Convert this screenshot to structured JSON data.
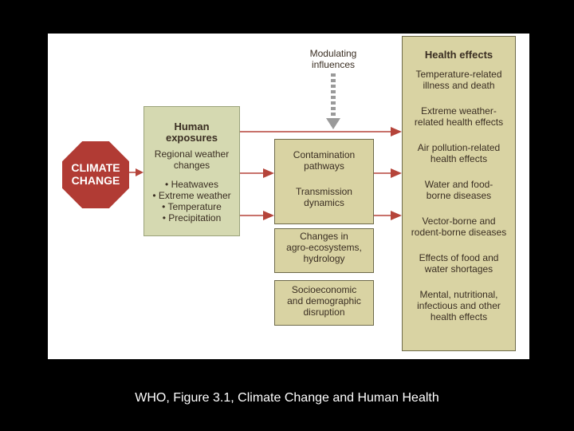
{
  "diagram": {
    "climate_change": [
      "CLIMATE",
      "CHANGE"
    ],
    "modulating": [
      "Modulating",
      "influences"
    ],
    "human_exposures": {
      "title": [
        "Human",
        "exposures"
      ],
      "regional": [
        "Regional weather",
        "changes"
      ],
      "bullets": [
        "• Heatwaves",
        "• Extreme weather",
        "• Temperature",
        "• Precipitation"
      ]
    },
    "middle": [
      [
        "Contamination",
        "pathways"
      ],
      [
        "Transmission",
        "dynamics"
      ],
      [
        "Changes in",
        "agro-ecosystems,",
        "hydrology"
      ],
      [
        "Socioeconomic",
        "and demographic",
        "disruption"
      ]
    ],
    "health": {
      "title": "Health effects",
      "items": [
        [
          "Temperature-related",
          "illness and death"
        ],
        [
          "Extreme weather-",
          "related health effects"
        ],
        [
          "Air pollution-related",
          "health effects"
        ],
        [
          "Water and food-",
          "borne diseases"
        ],
        [
          "Vector-borne and",
          "rodent-borne diseases"
        ],
        [
          "Effects of food and",
          "water shortages"
        ],
        [
          "Mental, nutritional,",
          "infectious and other",
          "health effects"
        ]
      ]
    }
  },
  "caption": "WHO, Figure 3.1, Climate Change and Human Health",
  "colors": {
    "stop": "#b13b34",
    "arrow": "#b5443a",
    "box_green": "#d5d9b1",
    "box_olive": "#d9d3a3"
  }
}
